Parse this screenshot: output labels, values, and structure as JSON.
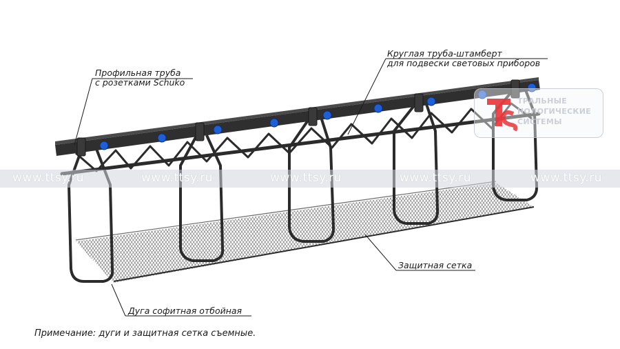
{
  "callouts": {
    "profile_pipe": [
      "Профильная труба",
      "с розетками Schuko"
    ],
    "round_pipe": [
      "Круглая труба-штамберт",
      "для подвески световых приборов"
    ],
    "safety_net": "Защитная сетка",
    "soffit_arc": "Дуга софитная отбойная"
  },
  "note": "Примечание: дуги и защитная сетка съемные.",
  "watermark": {
    "text": "www.ttsy.ru",
    "logo_lines": [
      "ТРАЛЬНЫЕ",
      "НОЛОГИЧЕСКИЕ",
      "СИСТЕМЫ"
    ]
  },
  "colors": {
    "frame": "#2b2b2b",
    "socket": "#1f5fd6",
    "logo_red": "#e8343a",
    "text": "#1a1a1a"
  }
}
